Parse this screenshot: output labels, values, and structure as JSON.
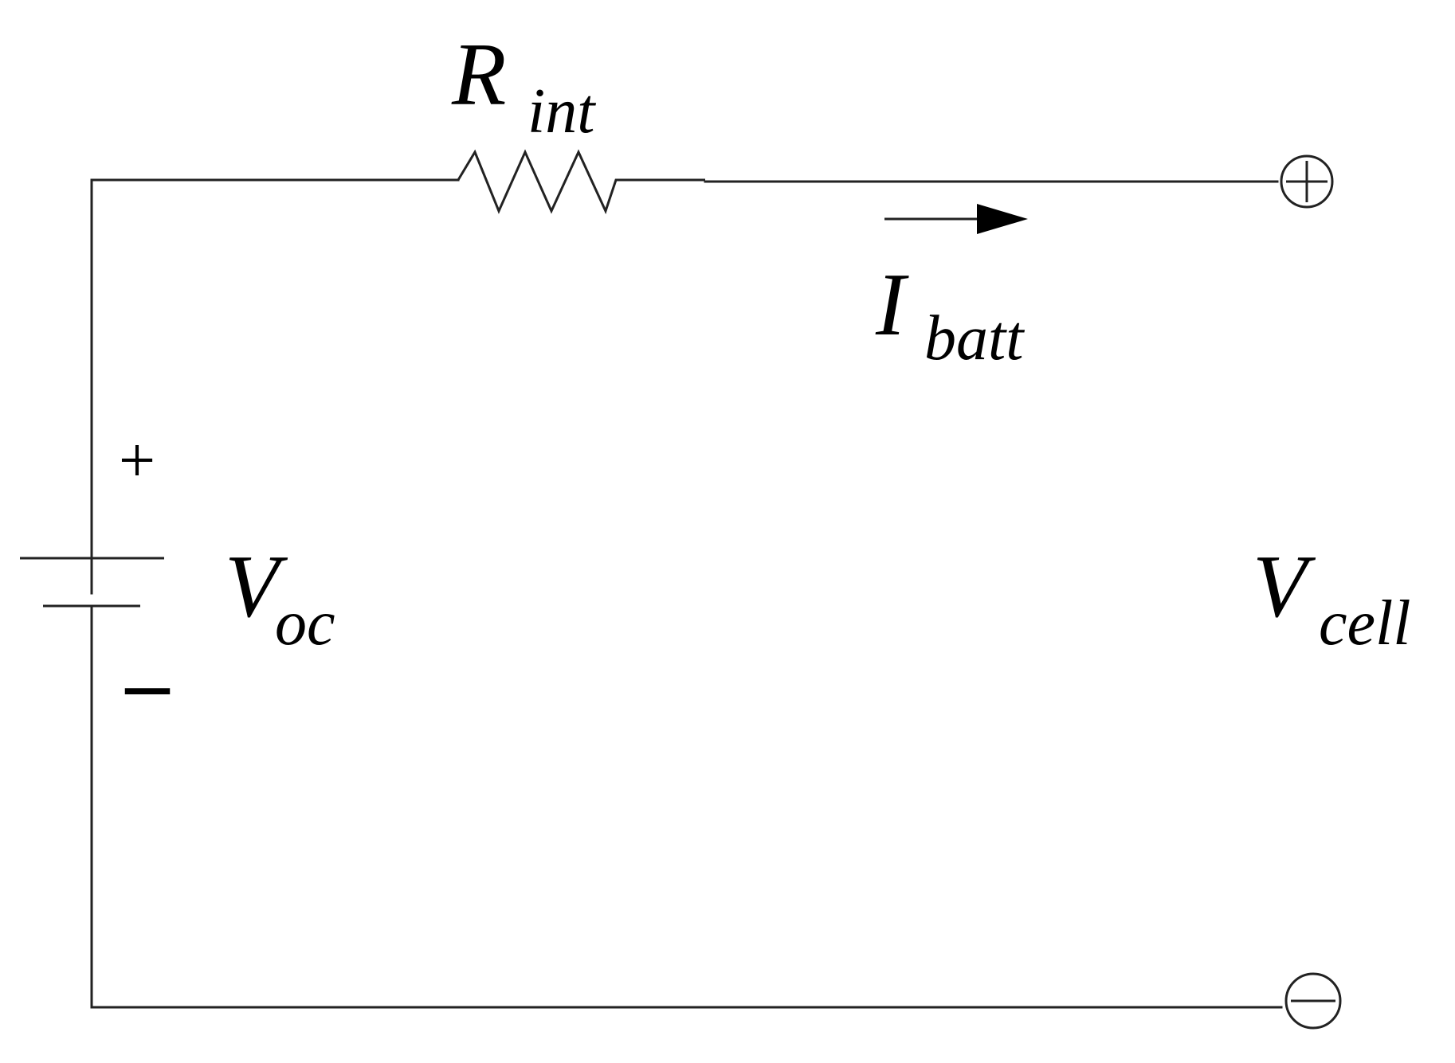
{
  "labels": {
    "resistor": {
      "main": "R",
      "sub": "int"
    },
    "current": {
      "main": "I",
      "sub": "batt"
    },
    "source_voltage": {
      "main": "V",
      "sub": "oc"
    },
    "cell_voltage": {
      "main": "V",
      "sub": "cell"
    }
  },
  "source_polarity": {
    "positive": "+",
    "negative": "–"
  },
  "terminals": {
    "positive": "⊕",
    "negative": "⊖"
  },
  "colors": {
    "line": "#222222",
    "text": "#000000",
    "background": "#ffffff"
  }
}
